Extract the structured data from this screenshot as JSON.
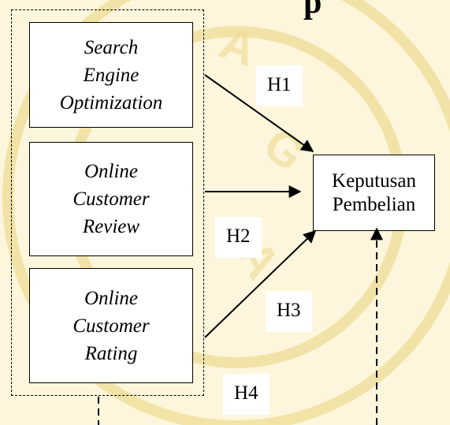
{
  "title_fragment": "p",
  "independent_variables": [
    {
      "lines": [
        "Search",
        "Engine",
        "Optimization"
      ]
    },
    {
      "lines": [
        "Online",
        "Customer",
        "Review"
      ]
    },
    {
      "lines": [
        "Online",
        "Customer",
        "Rating"
      ]
    }
  ],
  "dependent_variable": {
    "lines": [
      "Keputusan",
      "Pembelian"
    ]
  },
  "hypotheses": [
    "H1",
    "H2",
    "H3",
    "H4"
  ],
  "colors": {
    "background": "#fdf6dc",
    "watermark": "#e9d98a",
    "line": "#000000",
    "box_fill": "#ffffff"
  }
}
